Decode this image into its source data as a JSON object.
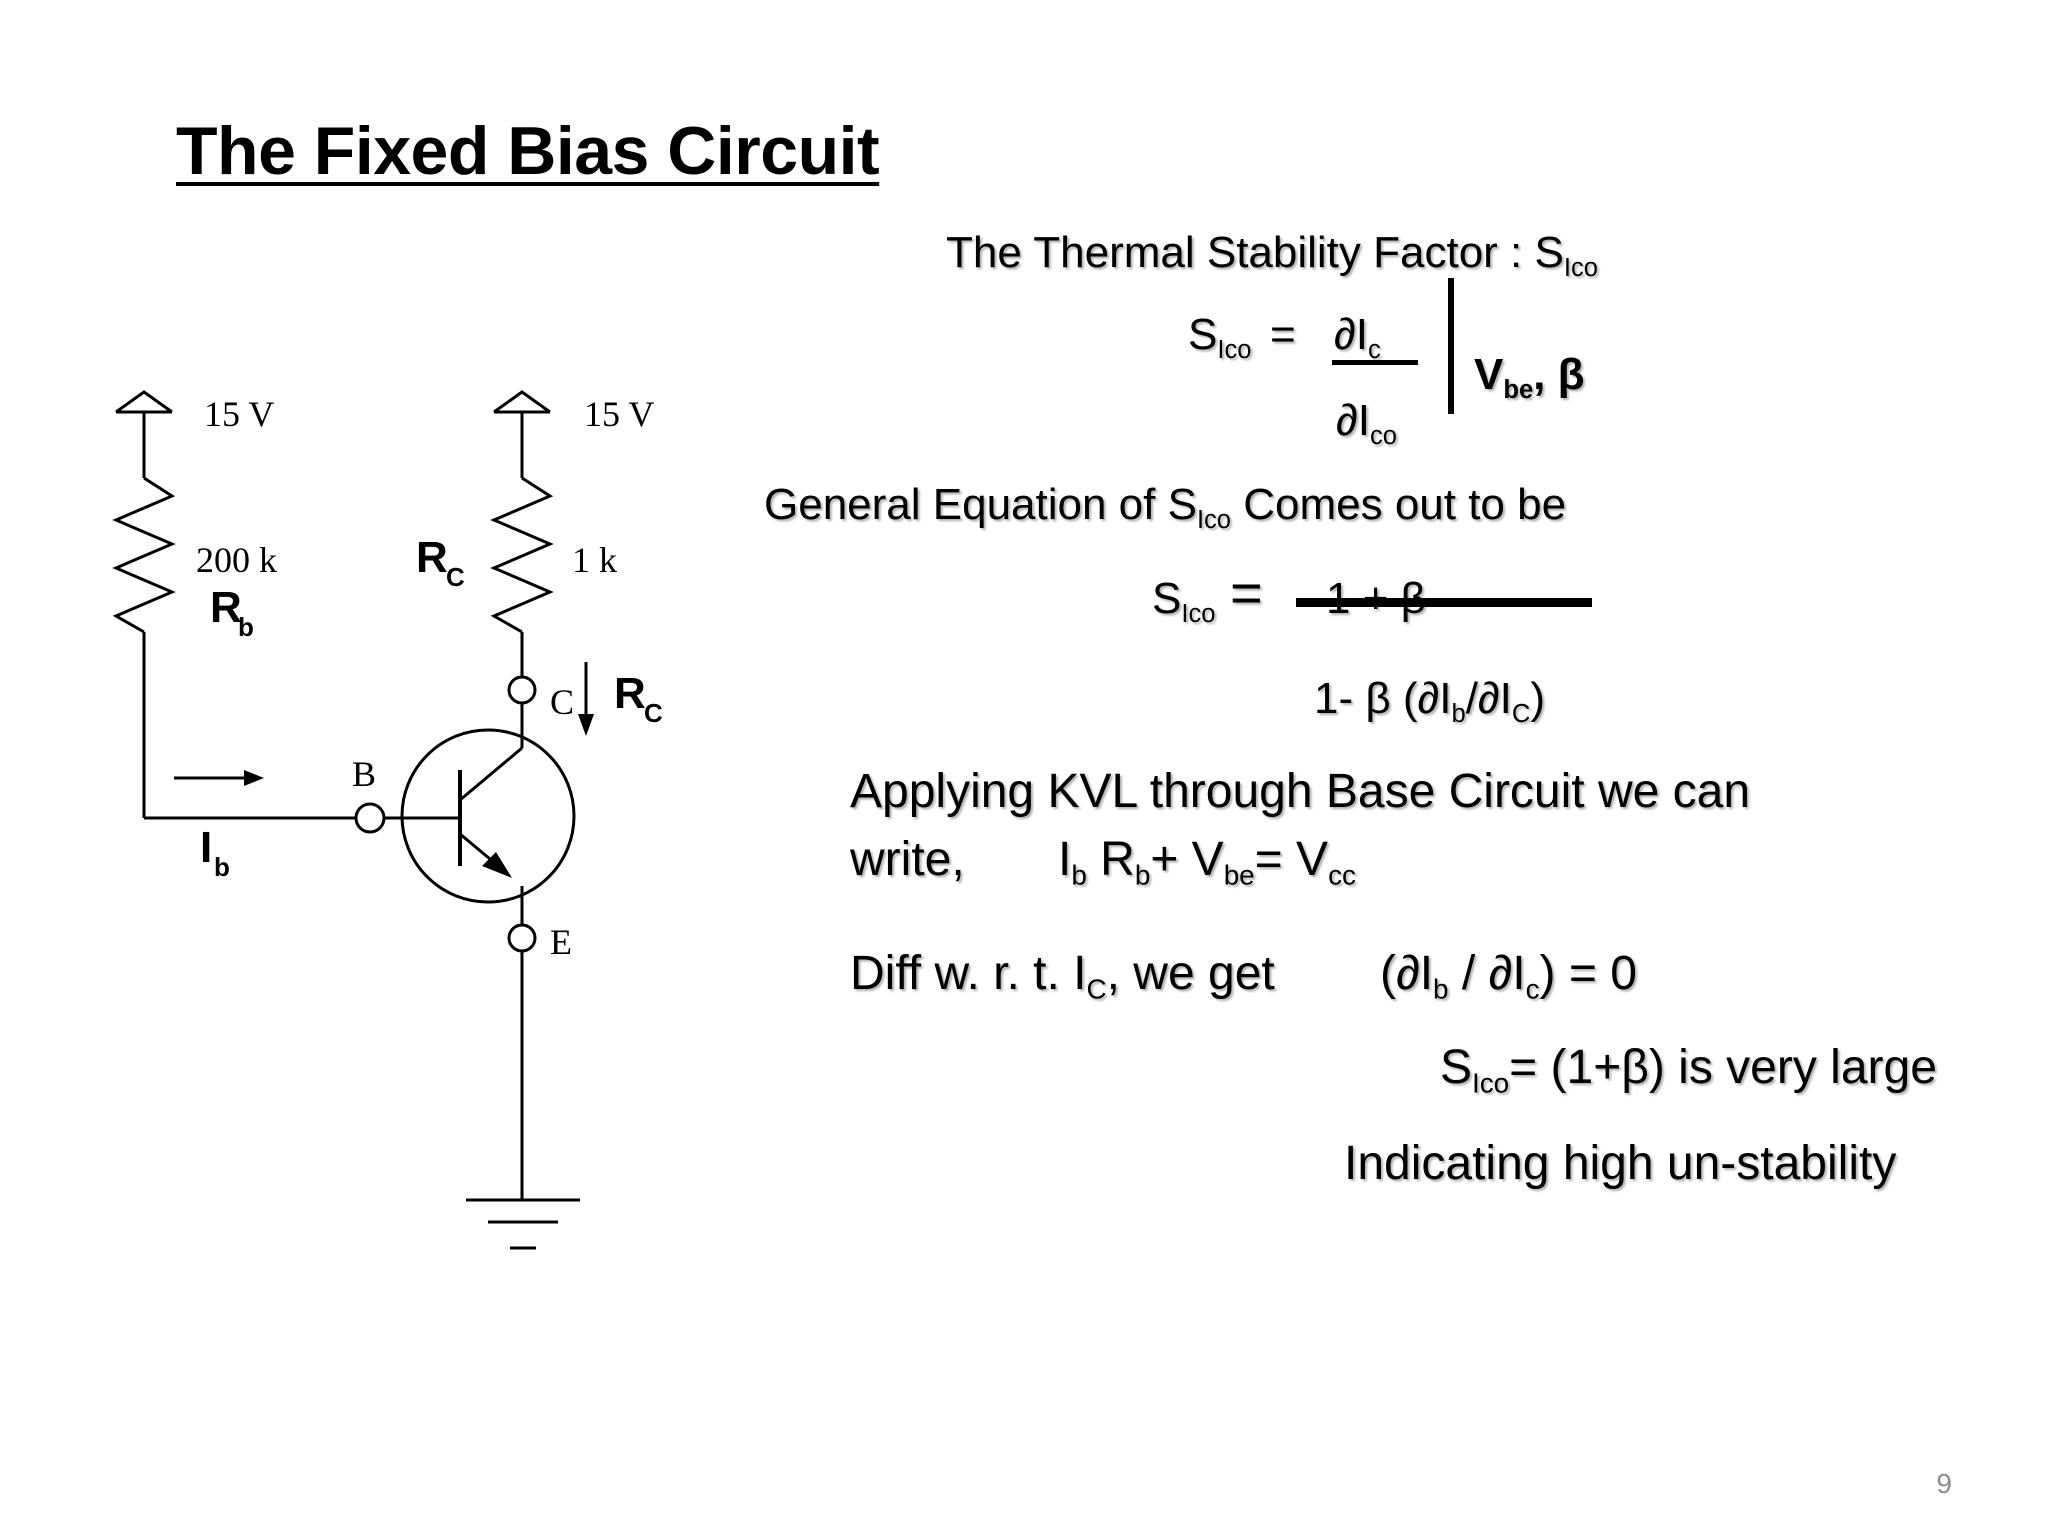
{
  "slide": {
    "title": "The Fixed Bias Circuit",
    "page_number": "9"
  },
  "circuit": {
    "supply_left": "15 V",
    "supply_right": "15 V",
    "rb_value": "200 k",
    "rb_label": "R",
    "rb_sub": "b",
    "rc_value": "1 k",
    "rc_label_left": "R",
    "rc_label_left_sub": "C",
    "rc_label_right": "R",
    "rc_label_right_sub": "C",
    "node_c": "C",
    "node_b": "B",
    "node_e": "E",
    "ib_label": "I",
    "ib_sub": "b"
  },
  "text": {
    "thermal_heading": "The Thermal Stability Factor : S",
    "thermal_heading_sub": "Ico",
    "eq1_lhs": "S",
    "eq1_lhs_sub": "Ico",
    "eq1_equals": "=",
    "eq1_num": "∂I",
    "eq1_num_sub": "c",
    "eq1_den": "∂I",
    "eq1_den_sub": "co",
    "eq1_cond_v": "V",
    "eq1_cond_sub": "be",
    "eq1_cond_rest": ", β",
    "general_prefix": "General Equation of S",
    "general_sub": "Ico",
    "general_suffix": " Comes out to be",
    "eq2_lhs": "S",
    "eq2_lhs_sub": "Ico",
    "eq2_equals": "=",
    "eq2_num": "1 + β",
    "eq2_den_a": "1- β (∂I",
    "eq2_den_sub1": "b",
    "eq2_den_b": "/∂I",
    "eq2_den_sub2": "C",
    "eq2_den_c": ")",
    "kvl_line1": "Applying KVL through Base Circuit  we can",
    "kvl_line2_a": "write,",
    "kvl_i": "I",
    "kvl_i_sub": "b",
    "kvl_r": " R",
    "kvl_r_sub": "b",
    "kvl_plus": "+ V",
    "kvl_v_sub": "be",
    "kvl_eq": "= V",
    "kvl_cc_sub": "cc",
    "diff_a": "Diff w. r. t. I",
    "diff_sub": "C",
    "diff_b": ", we get",
    "diff_c": "(∂I",
    "diff_sub2": "b",
    "diff_d": " / ∂I",
    "diff_sub3": "c",
    "diff_e": ") = 0",
    "res_s": "S",
    "res_sub": "Ico",
    "res_rest": "= (1+β) is very large",
    "indicating": "Indicating high un-stability"
  }
}
